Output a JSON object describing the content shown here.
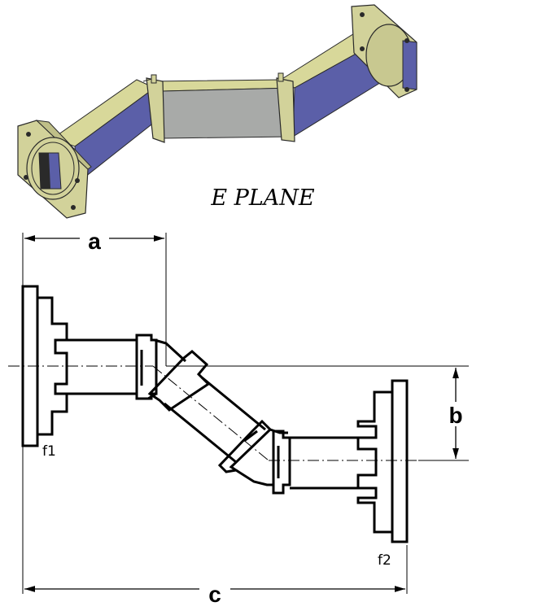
{
  "diagram": {
    "title": "E PLANE",
    "dimensions": {
      "a": "a",
      "b": "b",
      "c": "c"
    },
    "flange_labels": {
      "f1": "f1",
      "f2": "f2"
    }
  },
  "colors": {
    "line": "#000000",
    "body_top": "#d8d89a",
    "body_side": "#5b5fa8",
    "center_section": "#a8aaa8",
    "flange": "#d2d29a",
    "outline": "#2a2a2a"
  }
}
